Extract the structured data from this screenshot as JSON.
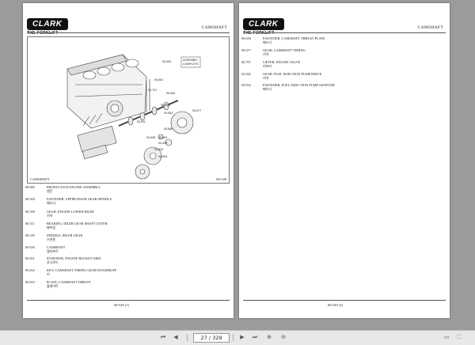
{
  "left_page": {
    "logo_top": "CLARK",
    "logo_sub": "THE FORKLIFT",
    "section_title": "CAMSHAFT",
    "diagram": {
      "caption": "CAMSHAFT",
      "ref": "00-549",
      "callouts": [
        "00-000",
        "ASSEMBLY",
        "COMPLETE",
        "00-661",
        "00-707",
        "00-650",
        "00-653",
        "00-652",
        "00-677",
        "00-656",
        "00-511",
        "00-508",
        "00-504",
        "00-529",
        "00-932",
        "94-954"
      ]
    },
    "parts": [
      {
        "no": "00.000",
        "desc": "PRODUCTION ENGINE ASSEMBLY",
        "kor": "엔진"
      },
      {
        "no": "00.504",
        "desc": "FASTENER, UPPER IDLER GEAR SPINDLE",
        "kor": "패스너"
      },
      {
        "no": "00.508",
        "desc": "GEAR, ENGINE LOWER IDLER",
        "kor": "기어"
      },
      {
        "no": "00.511",
        "desc": "BEARING, IDLER GEAR SHAFT OUTER",
        "kor": "베어링"
      },
      {
        "no": "00.529",
        "desc": "SPINDLE, IDLER GEAR",
        "kor": "스핀들"
      },
      {
        "no": "00.650",
        "desc": "CAMSHAFT",
        "kor": "캠샤프트"
      },
      {
        "no": "00.651",
        "desc": "PUSH ROD, ENGINE ROCKET ARM",
        "kor": "푸시로드"
      },
      {
        "no": "00.652",
        "desc": "KEY, CAMSHAFT TIMING GEAR WOODRUFF",
        "kor": "키"
      },
      {
        "no": "00.653",
        "desc": "PLATE, CAMSHAFT THRUST",
        "kor": "플레이트"
      }
    ],
    "footer": "00-549 (1)"
  },
  "right_page": {
    "logo_top": "CLARK",
    "logo_sub": "THE FORKLIFT",
    "section_title": "CAMSHAFT",
    "parts": [
      {
        "no": "00.656",
        "desc": "FASTENER, CAMSHAFT THRUST PLATE",
        "kor": "패스너"
      },
      {
        "no": "00.677",
        "desc": "GEAR, CAMSHAFT TIMING",
        "kor": "기어"
      },
      {
        "no": "00.707",
        "desc": "LIFTER, ENGINE VALVE",
        "kor": "리프터"
      },
      {
        "no": "02.932",
        "desc": "GEAR, FUEL INJECTION PUMP DRIVE",
        "kor": "기어"
      },
      {
        "no": "94.954",
        "desc": "FASTENER, FUEL INJECTION PUMP ADAPTOR",
        "kor": "패스너"
      }
    ],
    "footer": "00-549 (2)"
  },
  "toolbar": {
    "current_page": "27",
    "total_pages": "/ 329",
    "page_display": "27 / 329"
  }
}
